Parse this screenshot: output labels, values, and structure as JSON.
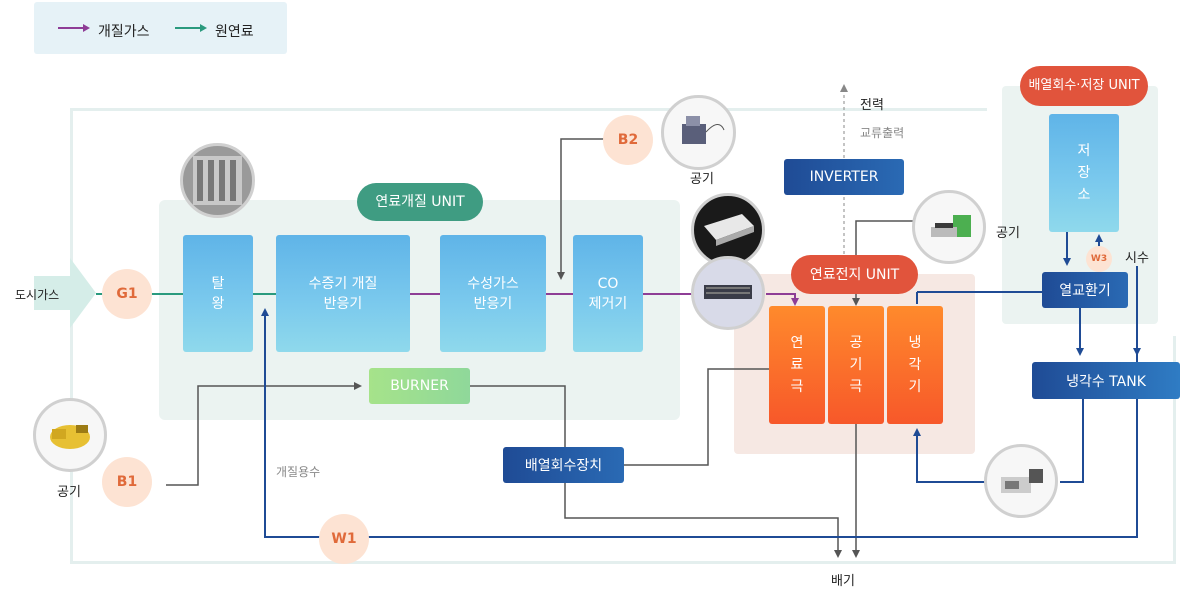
{
  "legend": {
    "reformed_gas": "개질가스",
    "raw_fuel": "원연료"
  },
  "units": {
    "fuel_reforming": "연료개질 UNIT",
    "fuel_cell": "연료전지 UNIT",
    "heat_recovery": "배열회수·저장 UNIT"
  },
  "blocks": {
    "desulfurizer": "탈\n왕",
    "steam_reformer": "수증기 개질\n반응기",
    "water_gas": "수성가스\n반응기",
    "co_remover": "CO\n제거기",
    "burner": "BURNER",
    "inverter": "INVERTER",
    "heat_recovery_device": "배열회수장치",
    "anode": "연\n료\n극",
    "cathode": "공\n기\n극",
    "cooler": "냉\n각\n기",
    "storage": "저\n장\n소",
    "heat_exchanger": "열교환기",
    "coolant_tank": "냉각수 TANK"
  },
  "nodes": {
    "g1": "G1",
    "b1": "B1",
    "b2": "B2",
    "w1": "W1",
    "w3": "W3"
  },
  "labels": {
    "city_gas": "도시가스",
    "air": "공기",
    "power": "전력",
    "ac_output": "교류출력",
    "reforming_water": "개질용수",
    "exhaust": "배기",
    "tap_water": "시수"
  },
  "colors": {
    "reformed_gas_line": "#8e3d96",
    "raw_fuel_line": "#2a9a7e",
    "water_line": "#1f4b95",
    "exhaust_line": "#555555"
  }
}
